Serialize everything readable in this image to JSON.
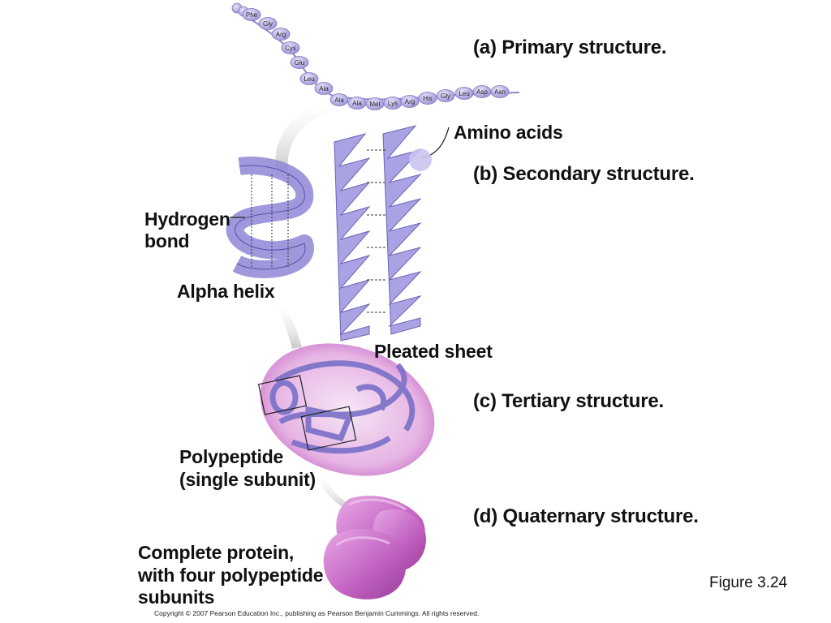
{
  "headings": {
    "primary": "(a) Primary structure.",
    "secondary": "(b) Secondary structure.",
    "tertiary": "(c) Tertiary structure.",
    "quaternary": "(d) Quaternary structure."
  },
  "labels": {
    "amino_acids": "Amino acids",
    "hydrogen_bond_line1": "Hydrogen",
    "hydrogen_bond_line2": "bond",
    "alpha_helix": "Alpha helix",
    "pleated_sheet": "Pleated sheet",
    "polypeptide_line1": "Polypeptide",
    "polypeptide_line2": "(single subunit)",
    "complete_protein_line1": "Complete protein,",
    "complete_protein_line2": "with four polypeptide",
    "complete_protein_line3": "subunits"
  },
  "amino_acid_chain": [
    "Phe",
    "Gly",
    "Arg",
    "Cys",
    "Glu",
    "Leu",
    "Ala",
    "Ala",
    "Ala",
    "Met",
    "Lys",
    "Arg",
    "His",
    "Gly",
    "Leu",
    "Asp",
    "Asn"
  ],
  "figure_label": "Figure 3.24",
  "copyright": "Copyright © 2007 Pearson Education Inc., publishing as Pearson Benjamin Cummings. All rights reserved.",
  "colors": {
    "bead": "#b9b3e6",
    "ribbon": "#8f86d6",
    "sheet": "#aaa3e3",
    "blob": "#c86cc4",
    "subunit": "#bd5fbd"
  }
}
